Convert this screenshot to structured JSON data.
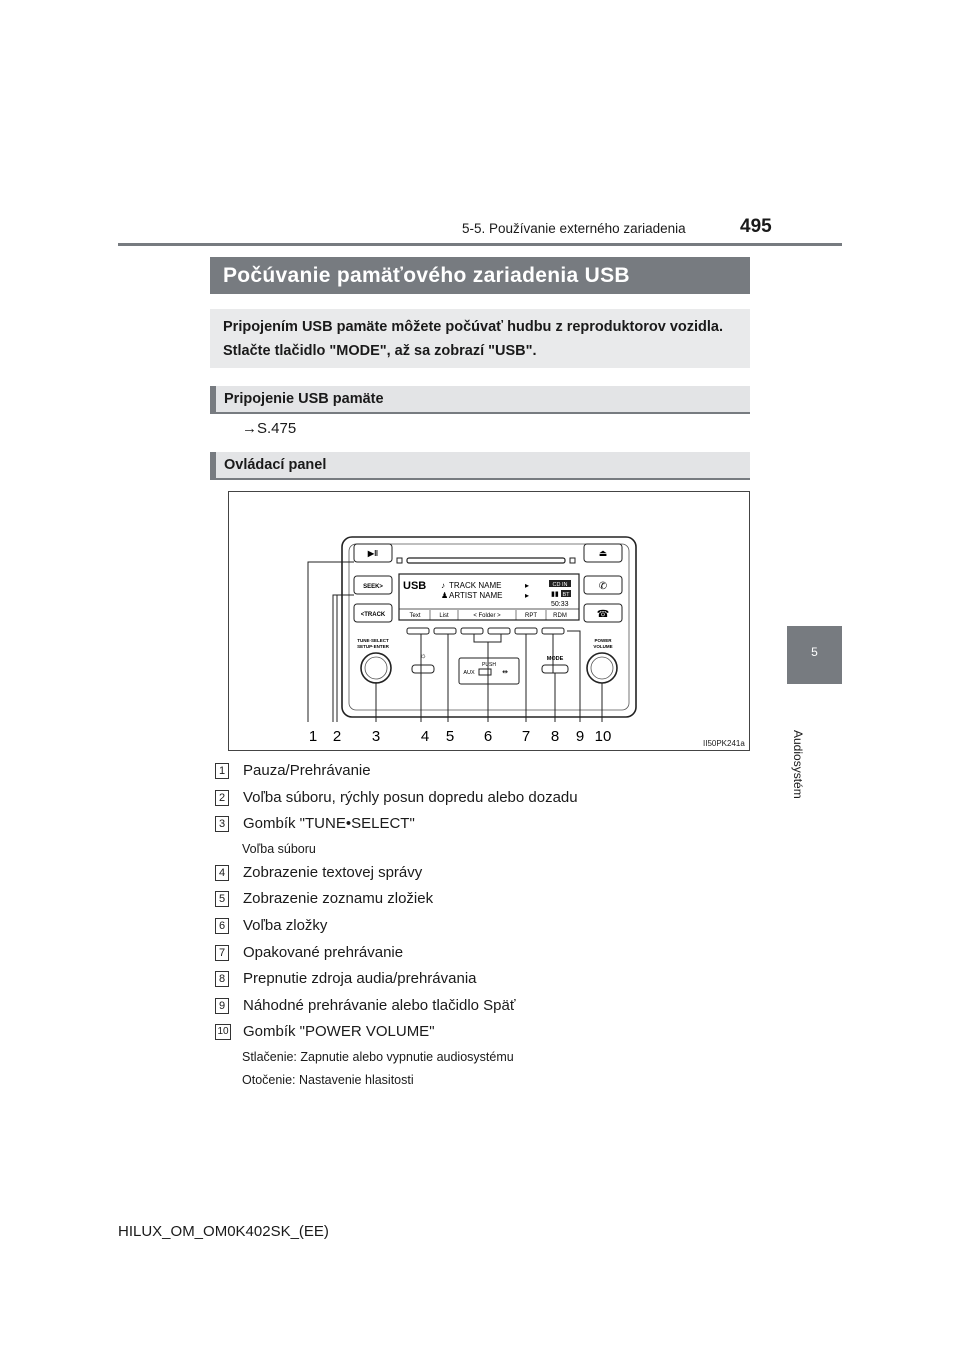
{
  "header": {
    "section": "5-5. Používanie externého zariadenia",
    "page_number": "495"
  },
  "side_tab": {
    "chapter": "5",
    "label": "Audiosystém"
  },
  "title": "Počúvanie pamäťového zariadenia USB",
  "intro": "Pripojením USB pamäte môžete počúvať hudbu z reproduktorov vozidla. Stlačte tlačidlo \"MODE\", až sa zobrazí \"USB\".",
  "sections": {
    "connect": {
      "heading": "Pripojenie USB pamäte",
      "ref": "→S.475"
    },
    "panel": {
      "heading": "Ovládací panel"
    }
  },
  "figure": {
    "code": "II50PK241a",
    "screen": {
      "mode": "USB",
      "track": "TRACK NAME",
      "artist": "ARTIST NAME",
      "time": "50:33",
      "cd_in": "CD IN",
      "bt": "BT",
      "soft_keys": [
        "Text",
        "List",
        "< Folder >",
        "RPT",
        "RDM"
      ]
    },
    "labels": {
      "seek": "SEEK>",
      "track": "<TRACK",
      "tune": "TUNE·SELECT",
      "setup": "SETUP·ENTER",
      "push": "PUSH",
      "aux": "AUX",
      "mode": "MODE",
      "power": "POWER",
      "volume": "VOLUME"
    },
    "callouts": [
      "1",
      "2",
      "3",
      "4",
      "5",
      "6",
      "7",
      "8",
      "9",
      "10"
    ]
  },
  "items": [
    {
      "num": "1",
      "text": "Pauza/Prehrávanie"
    },
    {
      "num": "2",
      "text": "Voľba súboru, rýchly posun dopredu alebo dozadu"
    },
    {
      "num": "3",
      "text": "Gombík \"TUNE•SELECT\""
    },
    {
      "num": "4",
      "text": "Zobrazenie textovej správy"
    },
    {
      "num": "5",
      "text": "Zobrazenie zoznamu zložiek"
    },
    {
      "num": "6",
      "text": "Voľba zložky"
    },
    {
      "num": "7",
      "text": "Opakované prehrávanie"
    },
    {
      "num": "8",
      "text": "Prepnutie zdroja audia/prehrávania"
    },
    {
      "num": "9",
      "text": "Náhodné prehrávanie alebo tlačidlo Späť"
    },
    {
      "num": "10",
      "text": "Gombík \"POWER VOLUME\""
    }
  ],
  "notes": {
    "tune": "Voľba súboru",
    "volume_press": "Stlačenie: Zapnutie alebo vypnutie audiosystému",
    "volume_turn": "Otočenie: Nastavenie hlasitosti"
  },
  "footer": "HILUX_OM_OM0K402SK_(EE)"
}
